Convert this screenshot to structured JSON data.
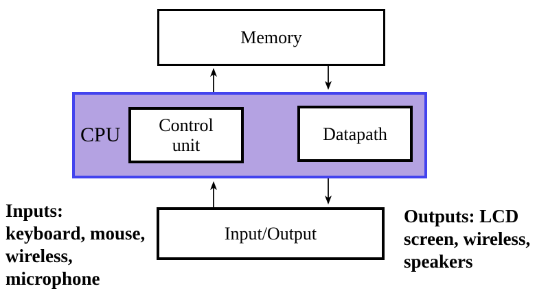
{
  "diagram": {
    "memory": {
      "label": "Memory"
    },
    "cpu": {
      "label": "CPU",
      "fill_color": "#b4a2e2",
      "border_color": "#4343ee"
    },
    "control_unit": {
      "lines": [
        "Control",
        "unit"
      ]
    },
    "datapath": {
      "label": "Datapath"
    },
    "io": {
      "label": "Input/Output"
    },
    "inputs_caption": {
      "lines": [
        "Inputs:",
        "keyboard, mouse,",
        "wireless,",
        "microphone"
      ]
    },
    "outputs_caption": {
      "lines": [
        "Outputs: LCD",
        "screen, wireless,",
        "speakers"
      ]
    },
    "colors": {
      "background": "#ffffff",
      "box_border": "#000000",
      "text": "#000000",
      "arrow": "#000000"
    }
  }
}
